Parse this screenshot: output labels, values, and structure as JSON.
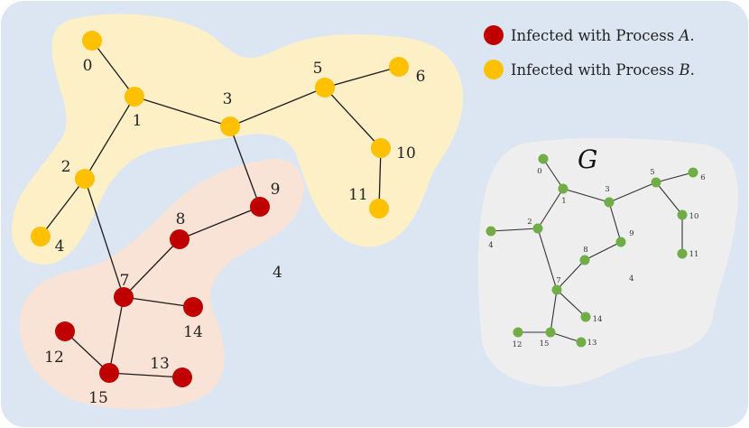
{
  "colors": {
    "background_panel": "#dce6f2",
    "region_b": "#fdf0c7",
    "region_a": "#f9e2d6",
    "process_a": "#c00000",
    "process_b": "#ffc000",
    "small_graph_panel": "#eeeeee",
    "small_graph_node": "#70ad47"
  },
  "legend": {
    "process_a": {
      "prefix": "Infected with Process ",
      "var": "A",
      "suffix": "."
    },
    "process_b": {
      "prefix": "Infected with Process ",
      "var": "B",
      "suffix": "."
    }
  },
  "main_graph": {
    "component_count_label": "4",
    "nodes": [
      {
        "id": "0",
        "label": "0",
        "process": "B"
      },
      {
        "id": "1",
        "label": "1",
        "process": "B"
      },
      {
        "id": "2",
        "label": "2",
        "process": "B"
      },
      {
        "id": "3",
        "label": "3",
        "process": "B"
      },
      {
        "id": "4",
        "label": "4",
        "process": "B"
      },
      {
        "id": "5",
        "label": "5",
        "process": "B"
      },
      {
        "id": "6",
        "label": "6",
        "process": "B"
      },
      {
        "id": "7",
        "label": "7",
        "process": "A"
      },
      {
        "id": "8",
        "label": "8",
        "process": "A"
      },
      {
        "id": "9",
        "label": "9",
        "process": "A"
      },
      {
        "id": "10",
        "label": "10",
        "process": "B"
      },
      {
        "id": "11",
        "label": "11",
        "process": "B"
      },
      {
        "id": "12",
        "label": "12",
        "process": "A"
      },
      {
        "id": "13",
        "label": "13",
        "process": "A"
      },
      {
        "id": "14",
        "label": "14",
        "process": "A"
      },
      {
        "id": "15",
        "label": "15",
        "process": "A"
      }
    ],
    "edges": [
      [
        "0",
        "1"
      ],
      [
        "1",
        "3"
      ],
      [
        "1",
        "2"
      ],
      [
        "2",
        "4"
      ],
      [
        "2",
        "7"
      ],
      [
        "3",
        "5"
      ],
      [
        "3",
        "9"
      ],
      [
        "5",
        "6"
      ],
      [
        "5",
        "10"
      ],
      [
        "10",
        "11"
      ],
      [
        "9",
        "8"
      ],
      [
        "8",
        "7"
      ],
      [
        "7",
        "14"
      ],
      [
        "7",
        "15"
      ],
      [
        "15",
        "12"
      ],
      [
        "15",
        "13"
      ]
    ]
  },
  "small_graph": {
    "title": "G",
    "component_count_label": "4",
    "node_labels": [
      "0",
      "1",
      "2",
      "3",
      "4",
      "5",
      "6",
      "7",
      "8",
      "9",
      "10",
      "11",
      "12",
      "13",
      "14",
      "15"
    ]
  }
}
